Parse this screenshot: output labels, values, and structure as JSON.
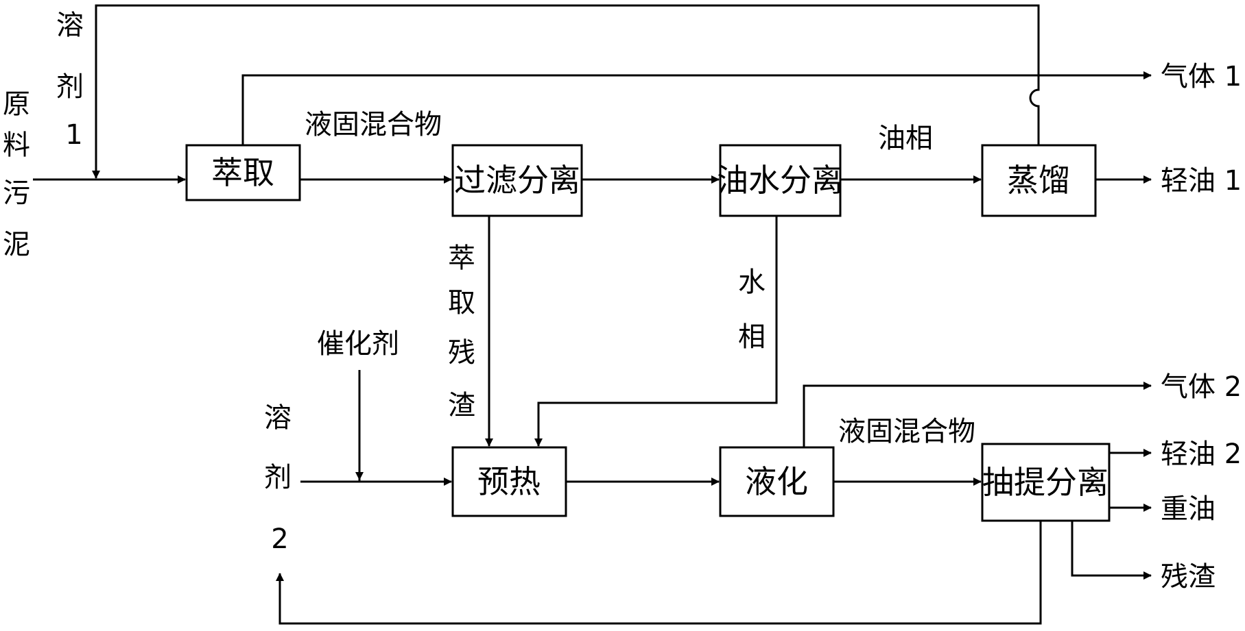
{
  "boxes": {
    "extraction": "萃取",
    "filtration": "过滤分离",
    "oil_water": "油水分离",
    "distillation": "蒸馏",
    "preheat": "预热",
    "liquefaction": "液化",
    "stripping": "抽提分离"
  },
  "labels": {
    "raw_sludge": [
      "原",
      "料",
      "污",
      "泥"
    ],
    "solvent1": [
      "溶",
      "剂",
      "1"
    ],
    "solid_liquid_mix_1": "液固混合物",
    "oil_phase": "油相",
    "gas1": "气体 1",
    "light_oil1": "轻油 1",
    "extraction_residue": [
      "萃",
      "取",
      "残",
      "渣"
    ],
    "water_phase": [
      "水",
      "相"
    ],
    "catalyst": "催化剂",
    "solvent2": [
      "溶",
      "剂",
      "2"
    ],
    "solid_liquid_mix_2": "液固混合物",
    "gas2": "气体 2",
    "light_oil2": "轻油 2",
    "heavy_oil": "重油",
    "residue": "残渣"
  },
  "colors": {
    "stroke": "#000000",
    "background": "#ffffff"
  }
}
